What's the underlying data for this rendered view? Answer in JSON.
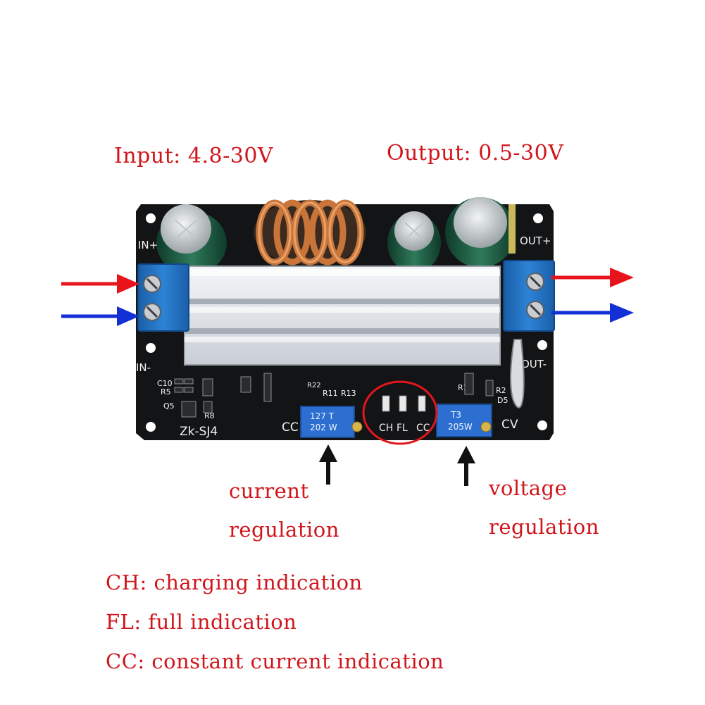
{
  "header": {
    "input_label": "Input: 4.8-30V",
    "output_label": "Output: 0.5-30V"
  },
  "board": {
    "model_marking": "Zk-SJ4",
    "in_plus_marking": "IN+",
    "in_minus_marking": "IN-",
    "out_plus_marking": "OUT+",
    "out_minus_marking": "OUT-",
    "cc_marking": "CC",
    "cv_marking": "CV",
    "led_labels": [
      "CH",
      "FL",
      "CC"
    ],
    "pot_left_code": "127 T",
    "pot_left_value": "202 W",
    "pot_right_code": "T3",
    "pot_right_value": "205W",
    "silkscreen": [
      "C10",
      "R5",
      "Q5",
      "R8",
      "R11",
      "R13",
      "R15",
      "R22",
      "R2",
      "D5"
    ]
  },
  "annotations": {
    "current_line1": "current",
    "current_line2": "regulation",
    "voltage_line1": "voltage",
    "voltage_line2": "regulation"
  },
  "legend": [
    {
      "text": "CH: charging indication"
    },
    {
      "text": "FL: full indication"
    },
    {
      "text": "CC: constant current indication"
    }
  ],
  "colors": {
    "label_red": "#d0161c",
    "arrow_red": "#e8141b",
    "arrow_blue": "#1230d6",
    "pcb_black": "#131416",
    "terminal_blue": "#1f6fc2",
    "heatsink": "#e3e6ea",
    "copper": "#c9753a",
    "pot_blue": "#2c6fd0"
  }
}
